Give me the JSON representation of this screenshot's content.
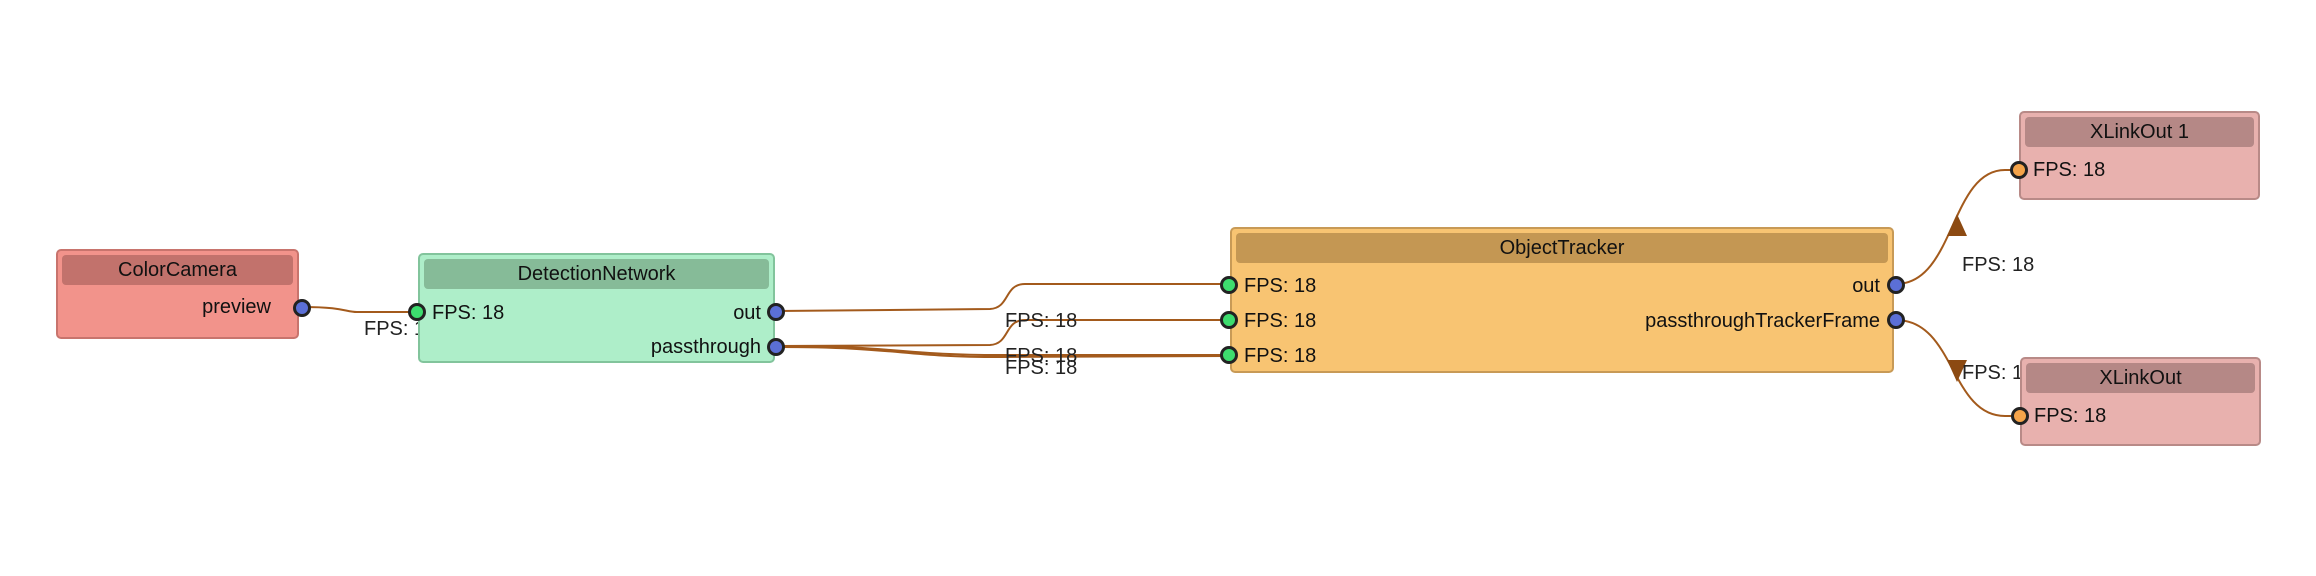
{
  "colors": {
    "wire": "#a35a1c",
    "arrow": "#8c4a12",
    "input_port": "#3ddc6e",
    "output_port": "#5b6fd6",
    "xlink_input_port": "#f5a44a"
  },
  "nodes": {
    "color_camera": {
      "title": "ColorCamera",
      "ports": {
        "preview": "preview"
      }
    },
    "detection_network": {
      "title": "DetectionNetwork",
      "ports": {
        "input": "FPS: 18",
        "out": "out",
        "passthrough": "passthrough"
      }
    },
    "object_tracker": {
      "title": "ObjectTracker",
      "ports": {
        "in1": "FPS: 18",
        "in2": "FPS: 18",
        "in3": "FPS: 18",
        "out": "out",
        "passthrough": "passthroughTrackerFrame"
      }
    },
    "xlinkout_1": {
      "title": "XLinkOut 1",
      "ports": {
        "input": "FPS: 18"
      }
    },
    "xlinkout": {
      "title": "XLinkOut",
      "ports": {
        "input": "FPS: 18"
      }
    }
  },
  "edges": [
    {
      "from": "color_camera.preview",
      "to": "detection_network.input",
      "label": "FPS: 1"
    },
    {
      "from": "detection_network.out",
      "to": "object_tracker.in1",
      "label": ""
    },
    {
      "from": "detection_network.passthrough",
      "to": "object_tracker.in2",
      "label": "FPS: 18"
    },
    {
      "from": "detection_network.passthrough",
      "to": "object_tracker.in3",
      "label": "FPS: 18"
    },
    {
      "from": "detection_network.passthrough",
      "to": "object_tracker.in3",
      "label": "FPS: 18"
    },
    {
      "from": "object_tracker.out",
      "to": "xlinkout_1.input",
      "label": "FPS: 18"
    },
    {
      "from": "object_tracker.passthrough",
      "to": "xlinkout.input",
      "label": "FPS: 1"
    }
  ]
}
